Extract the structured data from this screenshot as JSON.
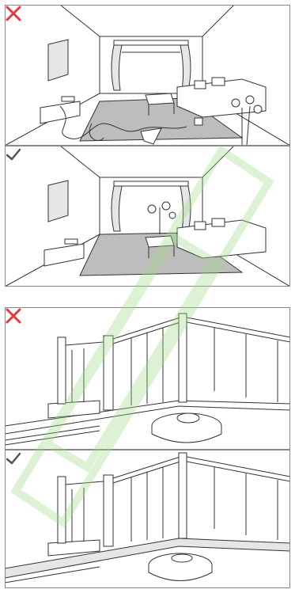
{
  "watermark": {
    "text": "",
    "color": "#d4f0c6"
  },
  "colors": {
    "cross": "#e43a3a",
    "check": "#555555",
    "line": "#333333",
    "rug": "#bdbdbd",
    "floor_shade": "#eeeeee",
    "border": "#888888"
  },
  "panels": [
    {
      "id": "room-cluttered",
      "status": "incorrect",
      "status_icon": "cross-icon"
    },
    {
      "id": "room-tidy",
      "status": "correct",
      "status_icon": "check-icon"
    },
    {
      "id": "stairs-no-barrier",
      "status": "incorrect",
      "status_icon": "cross-icon"
    },
    {
      "id": "stairs-with-barrier",
      "status": "correct",
      "status_icon": "check-icon"
    }
  ]
}
